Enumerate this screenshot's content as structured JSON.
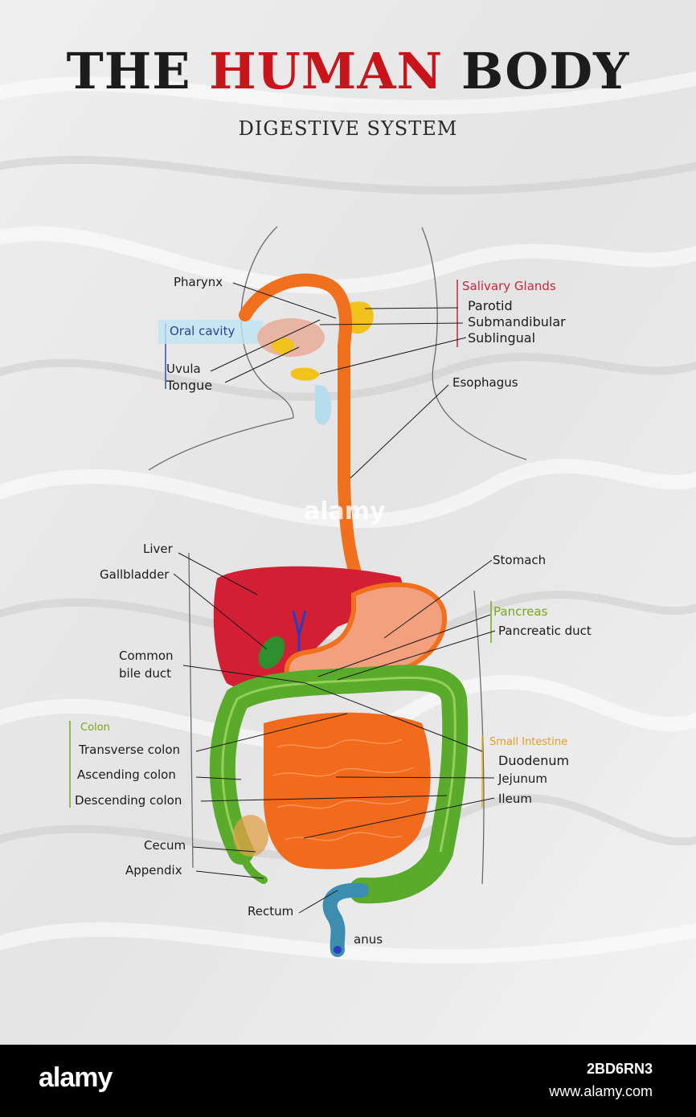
{
  "title": {
    "part1": "THE",
    "part2": "HUMAN",
    "part3": "BODY"
  },
  "subtitle": "DIGESTIVE SYSTEM",
  "colors": {
    "title_accent": "#c8151b",
    "esophagus": "#f0701e",
    "liver": "#d21f34",
    "gallbladder": "#2f8f2e",
    "stomach": "#f3a07e",
    "pancreas": "#f4e24a",
    "colon": "#5aab2b",
    "small_intestine": "#f26a1b",
    "rectum": "#3d8db0",
    "salivary_glands": "#f2c21c"
  },
  "labels": {
    "pharynx": "Pharynx",
    "oral_cavity": "Oral cavity",
    "uvula": "Uvula",
    "tongue": "Tongue",
    "salivary_glands": "Salivary Glands",
    "parotid": "Parotid",
    "submandibular": "Submandibular",
    "sublingual": "Sublingual",
    "esophagus": "Esophagus",
    "liver": "Liver",
    "gallbladder": "Gallbladder",
    "stomach": "Stomach",
    "pancreas": "Pancreas",
    "pancreatic_duct": "Pancreatic duct",
    "common_bile_duct": "Common\nbile duct",
    "colon": "Colon",
    "transverse_colon": "Transverse colon",
    "ascending_colon": "Ascending colon",
    "descending_colon": "Descending colon",
    "small_intestine": "Small Intestine",
    "duodenum": "Duodenum",
    "jejunum": "Jejunum",
    "ileum": "Ileum",
    "cecum": "Cecum",
    "appendix": "Appendix",
    "rectum": "Rectum",
    "anus": "anus"
  },
  "watermark": "alamy",
  "footer": {
    "logo": "alamy",
    "image_id": "2BD6RN3",
    "url": "www.alamy.com"
  }
}
